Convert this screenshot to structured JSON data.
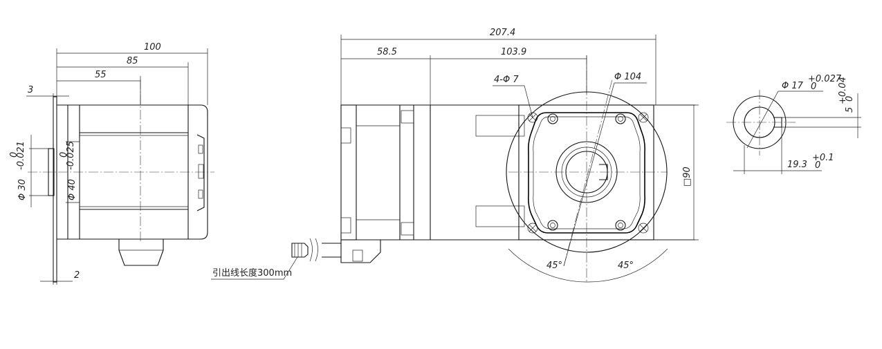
{
  "dimensions": {
    "left_total": "100",
    "left_85": "85",
    "left_55": "55",
    "left_3": "3",
    "left_2": "2",
    "dia30": "Φ 30",
    "dia30_tol_upper": "0",
    "dia30_tol_lower": "-0.021",
    "dia40": "Φ 40",
    "dia40_tol_upper": "0",
    "dia40_tol_lower": "-0.025",
    "total_length": "207.4",
    "len_58_5": "58.5",
    "len_103_9": "103.9",
    "holes": "4-Φ 7",
    "pcd": "Φ 104",
    "square": "□90",
    "angle_left": "45°",
    "angle_right": "45°",
    "shaft_dia": "Φ 17",
    "shaft_tol_upper": "+0.027",
    "shaft_tol_lower": "0",
    "key_width": "5",
    "key_tol_upper": "+0.04",
    "key_tol_lower": "0",
    "key_depth": "19.3",
    "key_depth_tol_upper": "+0.1",
    "key_depth_tol_lower": "0"
  },
  "notes": {
    "lead_wire": "引出线长度300mm"
  }
}
